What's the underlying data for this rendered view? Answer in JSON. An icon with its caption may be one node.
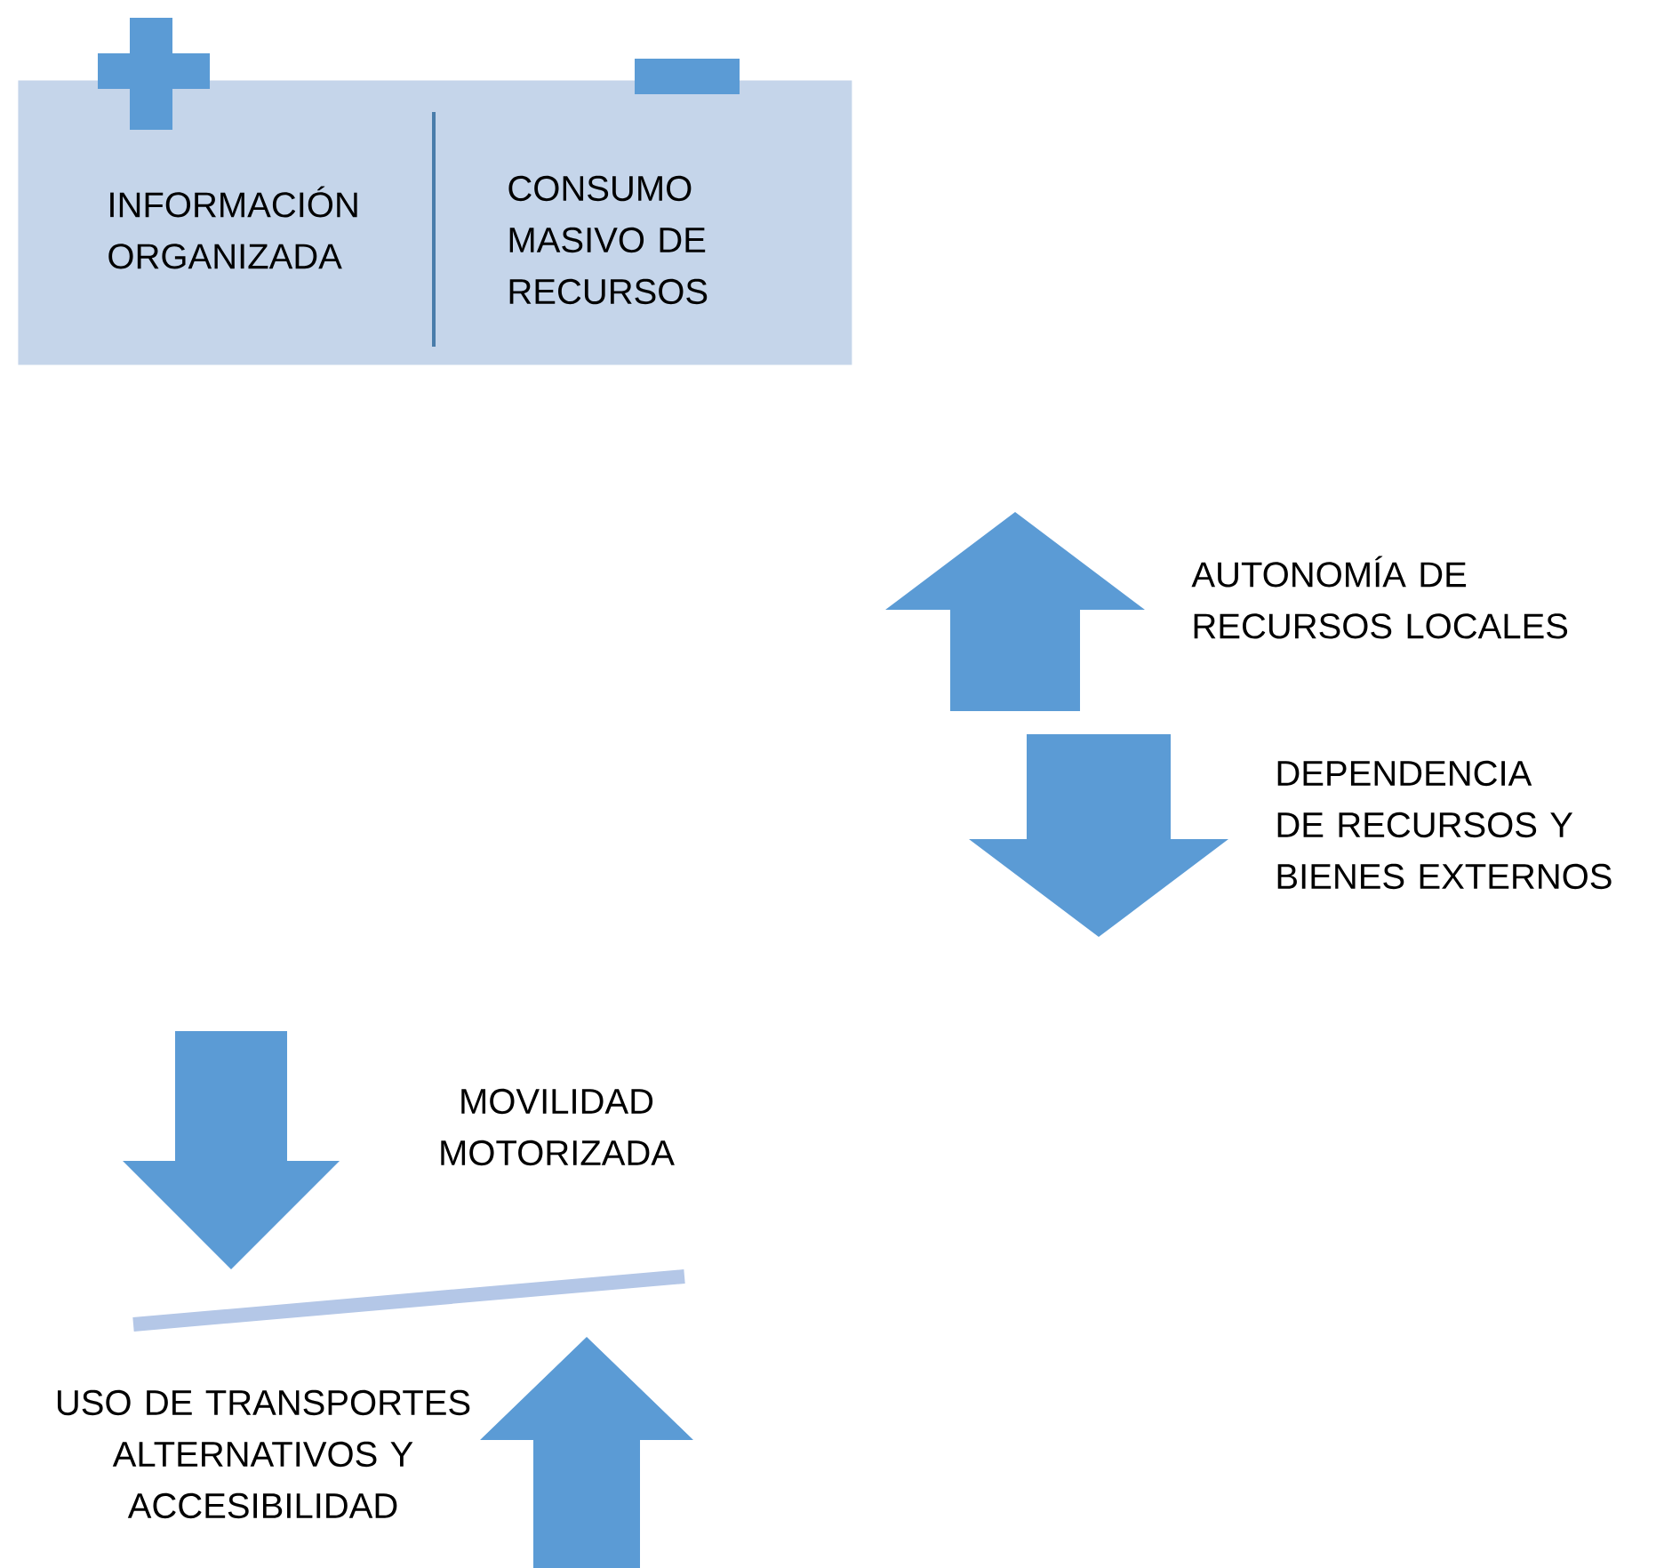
{
  "diagram": {
    "nodes": [
      {
        "text": [
          "INFORMACIÓN ORGANIZADA",
          "CONSUMO MASIVO DE RECURSOS"
        ]
      }
    ],
    "labels": [
      "AUTONOMÍA DE RECURSOS LOCALES",
      "DEPENDENCIA DE RECURSOS Y BIENES EXTERNOS",
      "MOVILIDAD MOTORIZADA",
      "USO DE TRANSPORTES ALTERNATIVOS Y ACCESIBILIDAD"
    ]
  }
}
